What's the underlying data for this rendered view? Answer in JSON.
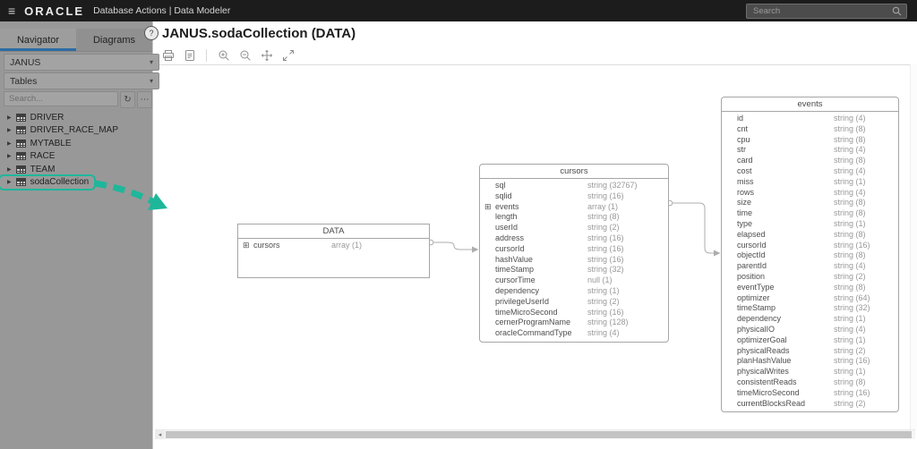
{
  "colors": {
    "topbar_bg": "#1c1c1c",
    "accent_blue": "#2e6ca3",
    "highlight_teal": "#1eb79b",
    "connector_gray": "#adadad"
  },
  "glyphs": {
    "menu": "≡",
    "caret_down": "▾",
    "tree_caret": "▶",
    "refresh": "↻",
    "more": "⋯",
    "expand_plus": "⊞",
    "scroll_left": "◂",
    "help": "?"
  },
  "topbar": {
    "brand": "ORACLE",
    "app_title": "Database Actions |  Data Modeler",
    "search_placeholder": "Search"
  },
  "sidebar": {
    "tabs": [
      {
        "label": "Navigator",
        "active": true
      },
      {
        "label": "Diagrams",
        "active": false
      }
    ],
    "schema_value": "JANUS",
    "object_type_value": "Tables",
    "search_placeholder": "Search...",
    "tables": [
      {
        "label": "DRIVER",
        "highlight": false
      },
      {
        "label": "DRIVER_RACE_MAP",
        "highlight": false
      },
      {
        "label": "MYTABLE",
        "highlight": false
      },
      {
        "label": "RACE",
        "highlight": false
      },
      {
        "label": "TEAM",
        "highlight": false
      },
      {
        "label": "sodaCollection",
        "highlight": true
      }
    ]
  },
  "main": {
    "title": "JANUS.sodaCollection (DATA)",
    "toolbar_icons": [
      "print-icon",
      "report-icon",
      "zoom-in-icon",
      "zoom-out-icon",
      "pan-icon",
      "expand-icon"
    ]
  },
  "diagram": {
    "entities": [
      {
        "id": "data",
        "name": "DATA",
        "fields": [
          {
            "name": "cursors",
            "type": "array (1)",
            "expandable": true
          }
        ]
      },
      {
        "id": "cursors",
        "name": "cursors",
        "fields": [
          {
            "name": "sql",
            "type": "string (32767)"
          },
          {
            "name": "sqlid",
            "type": "string (16)"
          },
          {
            "name": "events",
            "type": "array (1)",
            "expandable": true
          },
          {
            "name": "length",
            "type": "string (8)"
          },
          {
            "name": "userId",
            "type": "string (2)"
          },
          {
            "name": "address",
            "type": "string (16)"
          },
          {
            "name": "cursorId",
            "type": "string (16)"
          },
          {
            "name": "hashValue",
            "type": "string (16)"
          },
          {
            "name": "timeStamp",
            "type": "string (32)"
          },
          {
            "name": "cursorTime",
            "type": "null (1)"
          },
          {
            "name": "dependency",
            "type": "string (1)"
          },
          {
            "name": "privilegeUserId",
            "type": "string (2)"
          },
          {
            "name": "timeMicroSecond",
            "type": "string (16)"
          },
          {
            "name": "cernerProgramName",
            "type": "string (128)"
          },
          {
            "name": "oracleCommandType",
            "type": "string (4)"
          }
        ]
      },
      {
        "id": "events",
        "name": "events",
        "fields": [
          {
            "name": "id",
            "type": "string (4)"
          },
          {
            "name": "cnt",
            "type": "string (8)"
          },
          {
            "name": "cpu",
            "type": "string (8)"
          },
          {
            "name": "str",
            "type": "string (4)"
          },
          {
            "name": "card",
            "type": "string (8)"
          },
          {
            "name": "cost",
            "type": "string (4)"
          },
          {
            "name": "miss",
            "type": "string (1)"
          },
          {
            "name": "rows",
            "type": "string (4)"
          },
          {
            "name": "size",
            "type": "string (8)"
          },
          {
            "name": "time",
            "type": "string (8)"
          },
          {
            "name": "type",
            "type": "string (1)"
          },
          {
            "name": "elapsed",
            "type": "string (8)"
          },
          {
            "name": "cursorId",
            "type": "string (16)"
          },
          {
            "name": "objectId",
            "type": "string (8)"
          },
          {
            "name": "parentId",
            "type": "string (4)"
          },
          {
            "name": "position",
            "type": "string (2)"
          },
          {
            "name": "eventType",
            "type": "string (8)"
          },
          {
            "name": "optimizer",
            "type": "string (64)"
          },
          {
            "name": "timeStamp",
            "type": "string (32)"
          },
          {
            "name": "dependency",
            "type": "string (1)"
          },
          {
            "name": "physicalIO",
            "type": "string (4)"
          },
          {
            "name": "optimizerGoal",
            "type": "string (1)"
          },
          {
            "name": "physicalReads",
            "type": "string (2)"
          },
          {
            "name": "planHashValue",
            "type": "string (16)"
          },
          {
            "name": "physicalWrites",
            "type": "string (1)"
          },
          {
            "name": "consistentReads",
            "type": "string (8)"
          },
          {
            "name": "timeMicroSecond",
            "type": "string (16)"
          },
          {
            "name": "currentBlocksRead",
            "type": "string (2)"
          }
        ]
      }
    ]
  }
}
